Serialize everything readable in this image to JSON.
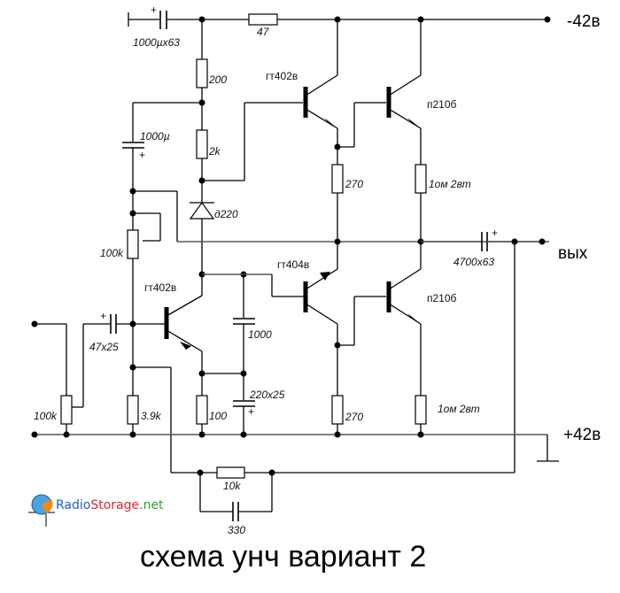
{
  "title": "схема унч вариант 2",
  "logo": {
    "part1": "Radio",
    "part2": "Storage",
    "part3": ".net",
    "colors": {
      "radio": "#1f5fbf",
      "storage": "#e0262b",
      "net": "#2ea02e"
    }
  },
  "rails": {
    "negative": "-42в",
    "positive": "+42в",
    "output": "вых"
  },
  "components": {
    "c_supply": "1000µx63",
    "r_47": "47",
    "r_200": "200",
    "c_1000u": "1000µ",
    "r_2k": "2k",
    "d_220": "д220",
    "pot_100k_top": "100k",
    "c_input": "47x25",
    "pot_100k_in": "100k",
    "r_3_9k": "3.9k",
    "r_100": "100",
    "c_1000": "1000",
    "c_220": "220x25",
    "r_270_top": "270",
    "r_270_bot": "270",
    "r_1ohm_top": "1ом 2вт",
    "r_1ohm_bot": "1ом 2вт",
    "c_out": "4700x63",
    "r_10k": "10k",
    "c_330": "330"
  },
  "transistors": {
    "q1": "гт402в",
    "q2": "гт402в",
    "q3": "гт404в",
    "q4": "п210б",
    "q5": "п210б"
  },
  "polarity_plus": "+"
}
